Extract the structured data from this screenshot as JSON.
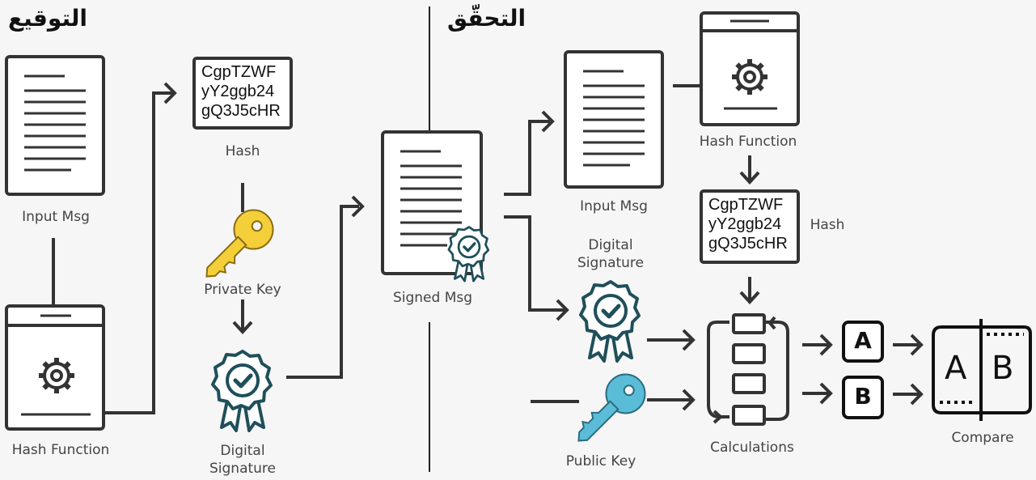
{
  "signing": {
    "title": "التوقيع",
    "input_msg": "Input Msg",
    "hash_function": "Hash Function",
    "hash_label": "Hash",
    "hash_lines": [
      "CgpTZWF",
      "yY2ggb24",
      "gQ3J5cHR"
    ],
    "private_key": "Private Key",
    "digital_signature": [
      "Digital",
      "Signature"
    ],
    "signed_msg": "Signed Msg"
  },
  "verification": {
    "title": "التحقّق",
    "input_msg": "Input Msg",
    "hash_function": "Hash Function",
    "hash_label": "Hash",
    "hash_lines": [
      "CgpTZWF",
      "yY2ggb24",
      "gQ3J5cHR"
    ],
    "digital_signature": [
      "Digital",
      "Signature"
    ],
    "public_key": "Public Key",
    "calculations": "Calculations",
    "result_a": "A",
    "result_b": "B",
    "compare": "Compare",
    "compare_a": "A",
    "compare_b": "B"
  },
  "colors": {
    "line": "#333333",
    "private_key": "#f4cf3a",
    "public_key": "#5bbcd8",
    "badge": "#1f4f5a"
  },
  "icons": [
    "document-icon",
    "gear-icon",
    "key-icon",
    "badge-icon",
    "arrow-icon"
  ]
}
